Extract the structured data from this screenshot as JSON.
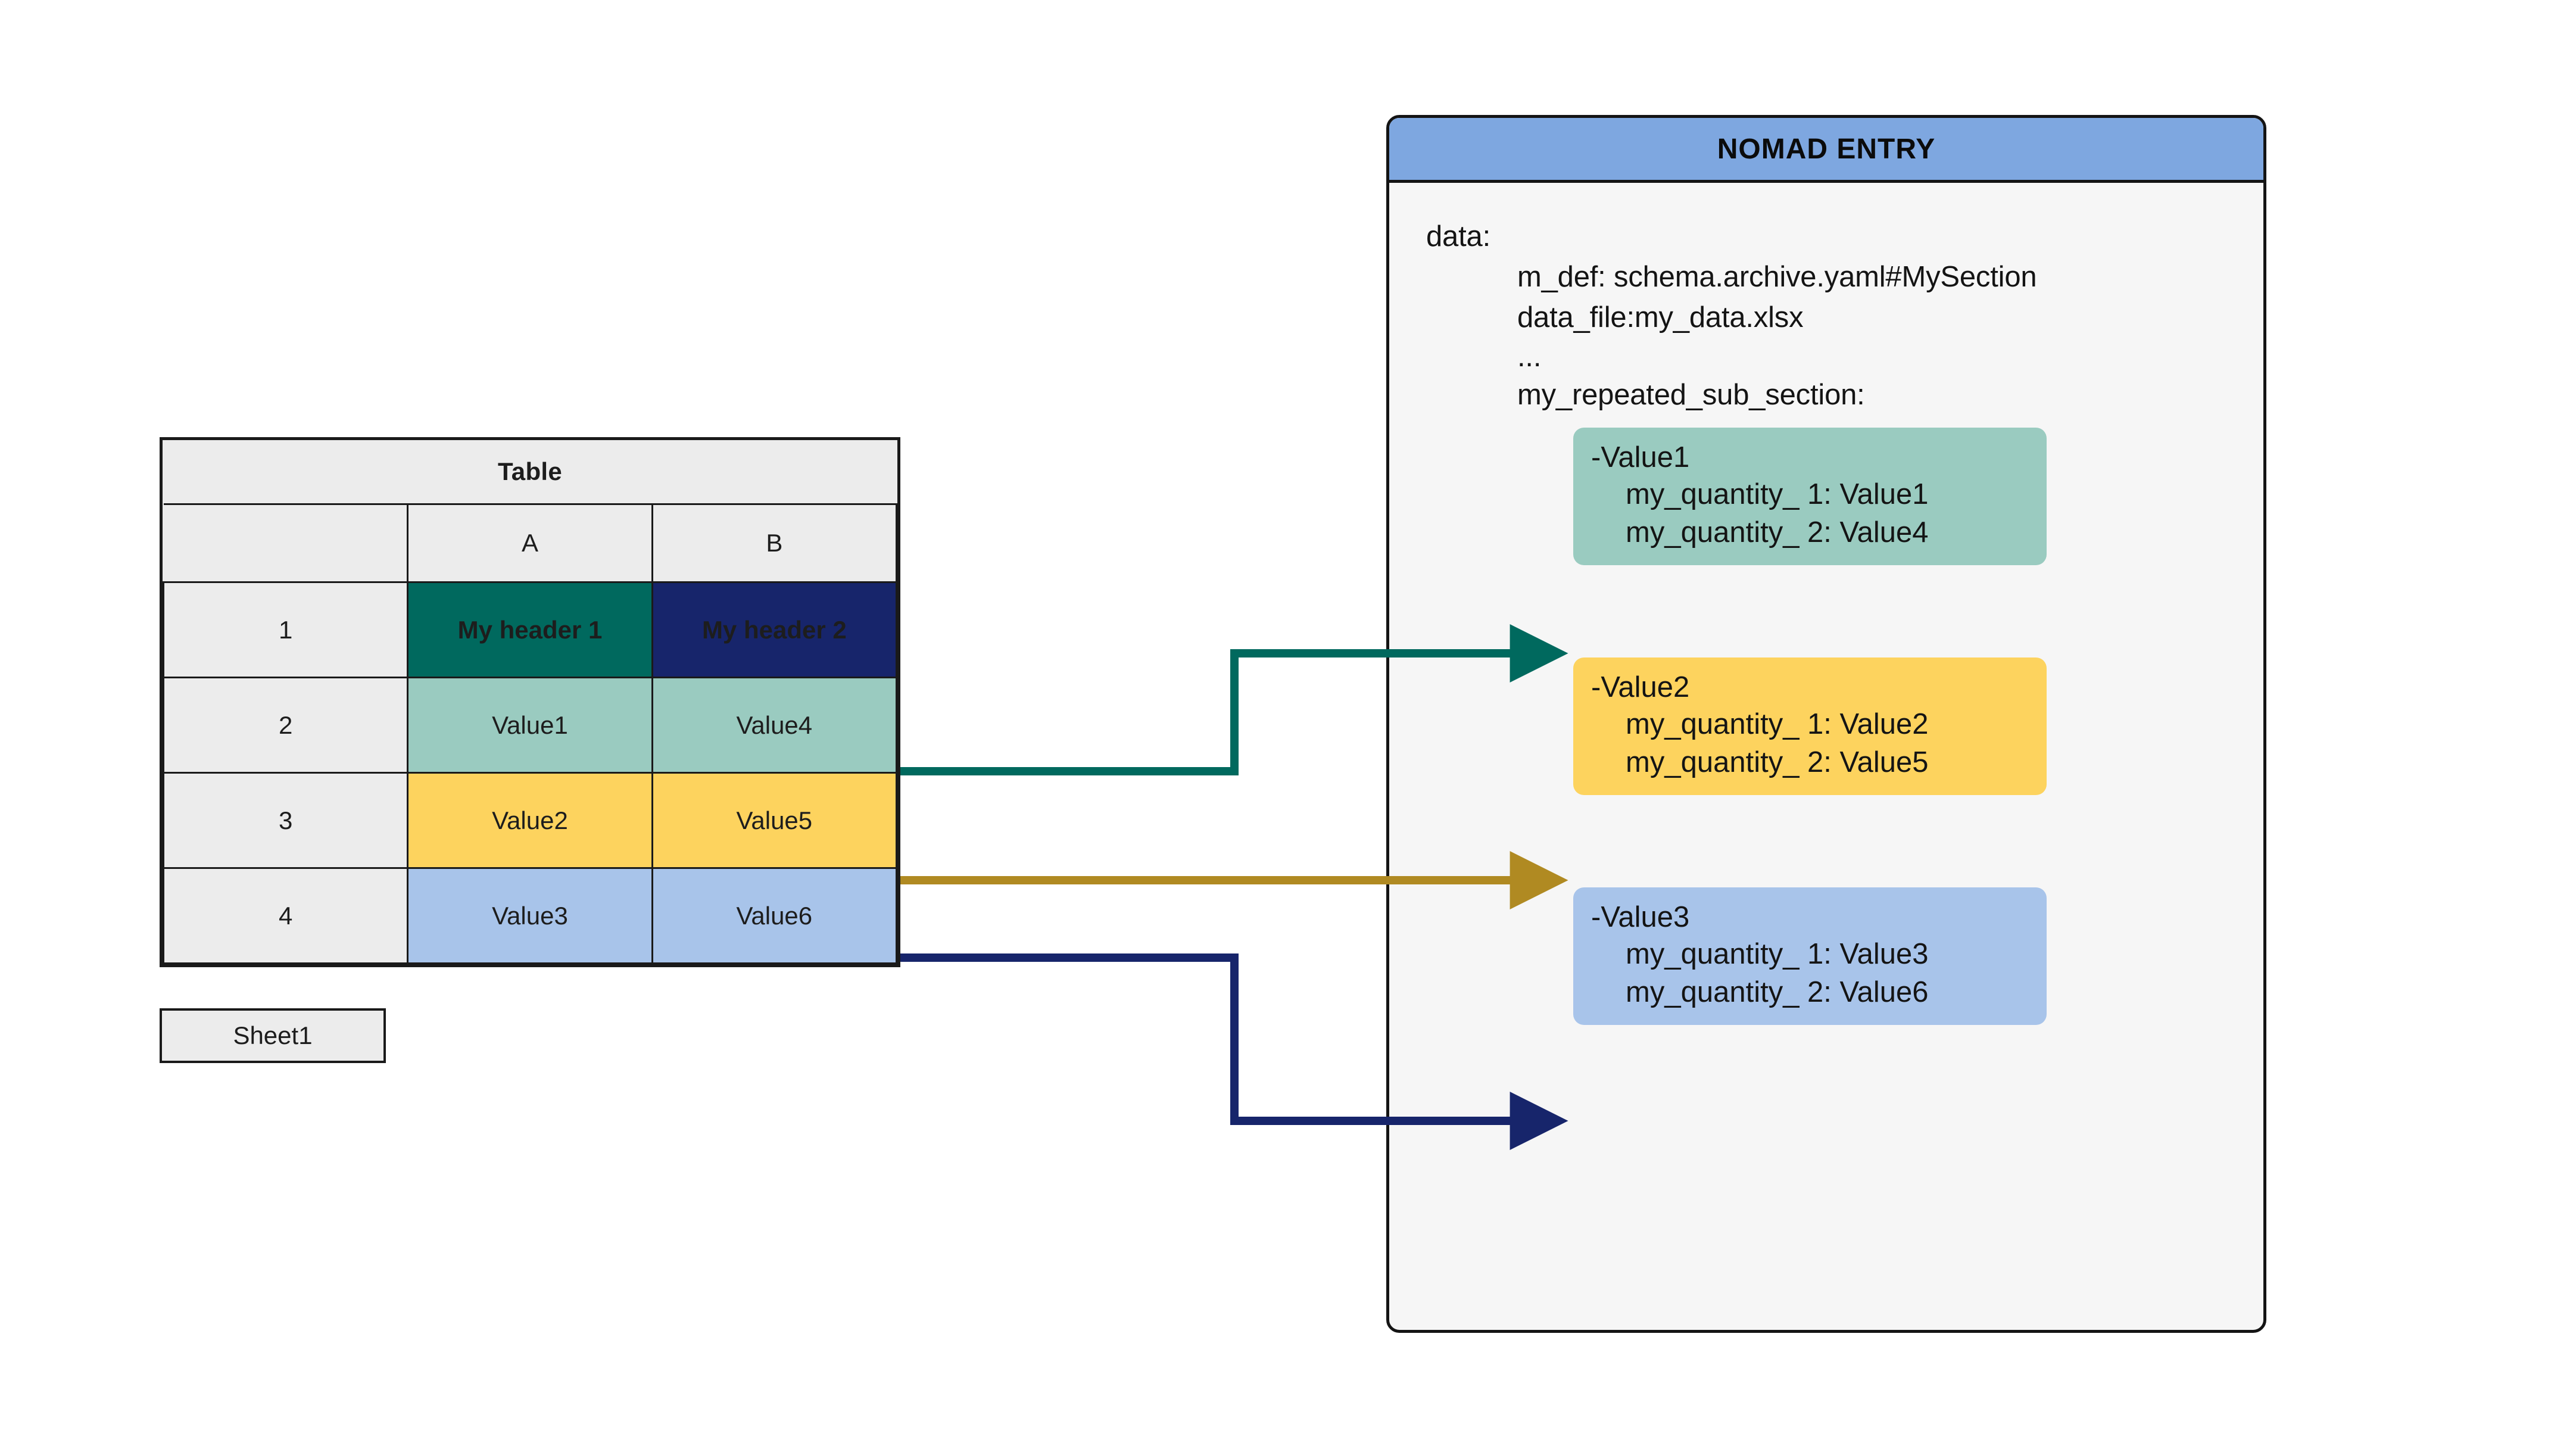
{
  "spreadsheet": {
    "title": "Table",
    "column_headers": [
      "A",
      "B"
    ],
    "row_headers": [
      "1",
      "2",
      "3",
      "4"
    ],
    "rows": [
      {
        "row": "1",
        "a": "My header 1",
        "b": "My header 2",
        "style": "header"
      },
      {
        "row": "2",
        "a": "Value1",
        "b": "Value4",
        "style": "green"
      },
      {
        "row": "3",
        "a": "Value2",
        "b": "Value5",
        "style": "yellow"
      },
      {
        "row": "4",
        "a": "Value3",
        "b": "Value6",
        "style": "blue"
      }
    ],
    "sheet_tab": "Sheet1",
    "colors": {
      "header_a": "#00695e",
      "header_b": "#17256b",
      "green": "#9acbc0",
      "yellow": "#fdd35e",
      "blue": "#a8c4ea",
      "grid": "#1a1a1a",
      "chrome": "#ececec"
    }
  },
  "nomad": {
    "title": "NOMAD ENTRY",
    "header_color": "#7ea7e0",
    "body_color": "#f6f6f6",
    "yaml": [
      {
        "text": "data:",
        "indent": 0
      },
      {
        "text": "m_def: schema.archive.yaml#MySection",
        "indent": 1
      },
      {
        "text": "data_file:my_data.xlsx",
        "indent": 1
      },
      {
        "text": "...",
        "indent": 1
      },
      {
        "text": "my_repeated_sub_section:",
        "indent": 1
      }
    ],
    "subsections": [
      {
        "head": "-Value1",
        "quantity_1": "my_quantity_ 1: Value1",
        "quantity_2": "my_quantity_ 2: Value4",
        "color": "#9acbc0"
      },
      {
        "head": "-Value2",
        "quantity_1": "my_quantity_ 1: Value2",
        "quantity_2": "my_quantity_ 2: Value5",
        "color": "#fdd35e"
      },
      {
        "head": "-Value3",
        "quantity_1": "my_quantity_ 1: Value3",
        "quantity_2": "my_quantity_ 2: Value6",
        "color": "#a8c4ea"
      }
    ]
  },
  "connectors": [
    {
      "name": "row2-to-value1",
      "color": "#00695e",
      "from_row": "2",
      "to_subsection": "-Value1"
    },
    {
      "name": "row3-to-value2",
      "color": "#b08a22",
      "from_row": "3",
      "to_subsection": "-Value2"
    },
    {
      "name": "row4-to-value3",
      "color": "#17256b",
      "from_row": "4",
      "to_subsection": "-Value3"
    }
  ]
}
